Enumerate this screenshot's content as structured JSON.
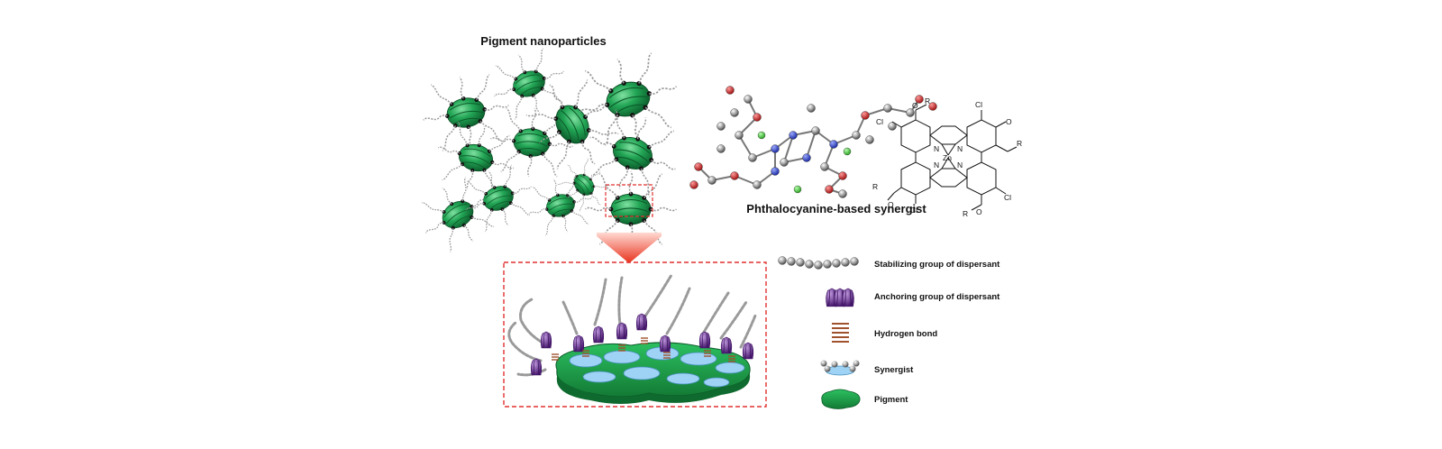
{
  "titles": {
    "nanoparticles": "Pigment nanoparticles",
    "synergist": "Phthalocyanine-based synergist"
  },
  "legend": [
    {
      "key": "stabilizing",
      "label": "Stabilizing group of dispersant"
    },
    {
      "key": "anchoring",
      "label": "Anchoring group of dispersant"
    },
    {
      "key": "hbond",
      "label": "Hydrogen bond"
    },
    {
      "key": "synergist",
      "label": "Synergist"
    },
    {
      "key": "pigment",
      "label": "Pigment"
    }
  ],
  "structure_labels": {
    "substituent": "R",
    "oxygen": "O",
    "chlorine": "Cl",
    "nitrogen": "N",
    "metal": "Zn"
  },
  "colors": {
    "pigment_green": "#1f9a4a",
    "synergist_blue": "#9fd3f5",
    "anchoring_purple": "#6a2c91",
    "hbond_brown": "#a0522d",
    "chain_gray": "#8a8a8a",
    "zoom_box_red": "#e0312f"
  }
}
